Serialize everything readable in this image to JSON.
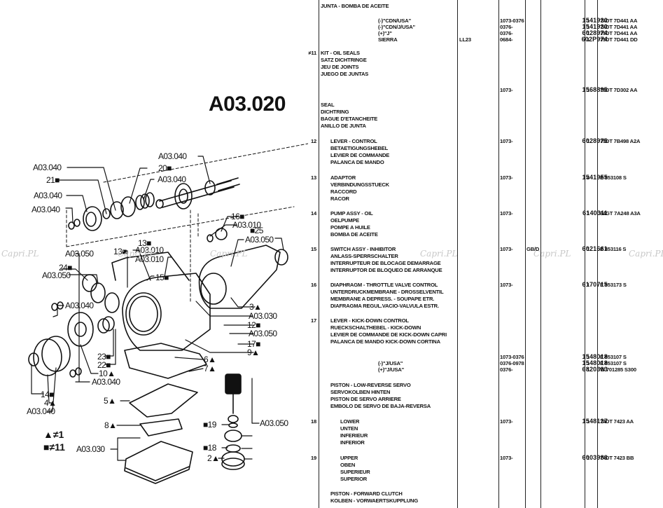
{
  "diagram": {
    "section_code": "A03.020",
    "callouts": [
      {
        "id": "c1",
        "text": "A03.040"
      },
      {
        "id": "c2",
        "text": "20■"
      },
      {
        "id": "c3",
        "text": "A03.040"
      },
      {
        "id": "c4",
        "text": "A03.040"
      },
      {
        "id": "c5",
        "text": "21■"
      },
      {
        "id": "c6",
        "text": "A03.040"
      },
      {
        "id": "c7",
        "text": "A03.040"
      },
      {
        "id": "c8",
        "text": "16■"
      },
      {
        "id": "c9",
        "text": "A03.010"
      },
      {
        "id": "c10",
        "text": "■25"
      },
      {
        "id": "c11",
        "text": "A03.050"
      },
      {
        "id": "c12",
        "text": "13■"
      },
      {
        "id": "c13",
        "text": "13■"
      },
      {
        "id": "c14",
        "text": "A03.010"
      },
      {
        "id": "c15",
        "text": "A03.010"
      },
      {
        "id": "c16",
        "text": "A03.050"
      },
      {
        "id": "c17",
        "text": "24■"
      },
      {
        "id": "c18",
        "text": "A03.050"
      },
      {
        "id": "c19",
        "text": "15■"
      },
      {
        "id": "c20",
        "text": "A03.040"
      },
      {
        "id": "c21",
        "text": "3▲"
      },
      {
        "id": "c22",
        "text": "A03.030"
      },
      {
        "id": "c23",
        "text": "12■"
      },
      {
        "id": "c24",
        "text": "A03.050"
      },
      {
        "id": "c25",
        "text": "17■"
      },
      {
        "id": "c26",
        "text": "9▲"
      },
      {
        "id": "c27",
        "text": "23■"
      },
      {
        "id": "c28",
        "text": "22■"
      },
      {
        "id": "c29",
        "text": "10▲"
      },
      {
        "id": "c30",
        "text": "6▲"
      },
      {
        "id": "c31",
        "text": "7▲"
      },
      {
        "id": "c32",
        "text": "A03.040"
      },
      {
        "id": "c33",
        "text": "14■"
      },
      {
        "id": "c34",
        "text": "4▲"
      },
      {
        "id": "c35",
        "text": "A03.040"
      },
      {
        "id": "c36",
        "text": "5▲"
      },
      {
        "id": "c37",
        "text": "8▲"
      },
      {
        "id": "c38",
        "text": "■19"
      },
      {
        "id": "c39",
        "text": "A03.050"
      },
      {
        "id": "c40",
        "text": "A03.030"
      },
      {
        "id": "c41",
        "text": "■18"
      },
      {
        "id": "c42",
        "text": "2▲"
      }
    ],
    "legend": [
      {
        "symbol": "▲",
        "text": "≠1"
      },
      {
        "symbol": "■",
        "text": "≠11"
      }
    ],
    "watermark": "Capri.PL"
  },
  "parts_table": {
    "rows": [
      {
        "no": "",
        "desc": [
          "JUNTA - BOMBA DE ACEITE"
        ],
        "style": "plain"
      },
      {
        "no": "",
        "variants": [
          {
            "desc": "(-)\"CDN/USA\"",
            "code": "",
            "date": "1073-0376",
            "market": "",
            "part": "1541920",
            "qty": "1",
            "eng": "74DT 7D441 AA"
          },
          {
            "desc": "(-)\"CDN/J/USA\"",
            "code": "",
            "date": "0376-",
            "market": "",
            "part": "1541920",
            "qty": "1",
            "eng": "74DT 7D441 AA"
          },
          {
            "desc": "(+)\"J\"",
            "code": "",
            "date": "0376-",
            "market": "",
            "part": "6028974",
            "qty": "1",
            "eng": "75DT 7D441 AA"
          },
          {
            "desc": "SIERRA",
            "code": "LL23",
            "date": "0684-",
            "market": "",
            "part": "602P974",
            "qty": "1",
            "eng": "75DT 7D441 DD"
          }
        ]
      },
      {
        "no": "≠11",
        "desc": [
          "KIT - OIL SEALS",
          "SATZ DICHTRINGE",
          "JEU DE JOINTS",
          "JUEGO DE JUNTAS"
        ],
        "date": "1073-",
        "part": "1568895",
        "qty": "1",
        "eng": "75DT 7D302 AA"
      },
      {
        "no": "",
        "desc": [
          "SEAL",
          "DICHTRING",
          "BAGUE D'ETANCHEITE",
          "ANILLO DE JUNTA"
        ]
      },
      {
        "no": "12",
        "desc": [
          "LEVER - CONTROL",
          "BETAETIGUNGSHEBEL",
          "LEVIER DE COMMANDE",
          "PALANCA DE MANDO"
        ],
        "date": "1073-",
        "part": "6028975",
        "qty": "1",
        "eng": "75DT 7B498 A2A"
      },
      {
        "no": "13",
        "desc": [
          "ADAPTOR",
          "VERBINDUNGSSTUECK",
          "RACCORD",
          "RACOR"
        ],
        "date": "1073-",
        "part": "1541955",
        "qty": "4",
        "eng": "E 853108 S"
      },
      {
        "no": "14",
        "desc": [
          "PUMP ASSY - OIL",
          "OELPUMPE",
          "POMPE A HUILE",
          "BOMBA DE ACEITE"
        ],
        "date": "1073-",
        "part": "6140311",
        "qty": "1",
        "eng": "84GT 7A248 A3A"
      },
      {
        "no": "15",
        "desc": [
          "SWITCH ASSY - INHIBITOR",
          "ANLASS-SPERRSCHALTER",
          "INTERRUPTEUR DE BLOCAGE DEMARRAGE",
          "INTERRUPTOR DE BLOQUEO DE ARRANQUE"
        ],
        "date": "1073-",
        "market": "GB/D",
        "part": "6021661",
        "qty": "1",
        "eng": "E 853116 S"
      },
      {
        "no": "16",
        "desc": [
          "DIAPHRAGM - THROTTLE VALVE CONTROL",
          "UNTERDRUCKMEMBRANE - DROSSELVENTIL",
          "MEMBRANE A DEPRESS. - SOUPAPE ETR.",
          "DIAFRAGMA REGUL.VACIO-VALVULA ESTR."
        ],
        "date": "1073-",
        "part": "6170715",
        "qty": "1",
        "eng": "E 853173 S"
      },
      {
        "no": "17",
        "desc": [
          "LEVER - KICK-DOWN CONTROL",
          "RUECKSCHALTHEBEL - KICK-DOWN",
          "LEVIER DE COMMANDE DE KICK-DOWN CAPRI",
          "PALANCA DE MANDO KICK-DOWN CORTINA"
        ]
      },
      {
        "no": "",
        "variants": [
          {
            "desc": "",
            "date": "1073-0376",
            "part": "1548018",
            "qty": "1",
            "eng": "E 853107 S"
          },
          {
            "desc": "(-)\"J/USA\"",
            "date": "0376-0978",
            "part": "1548018",
            "qty": "1",
            "eng": "E 853107 S"
          },
          {
            "desc": "(+)\"J/USA\"",
            "date": "0376-",
            "part": "6820393",
            "qty": "1",
            "eng": "W 701285 S300"
          }
        ]
      },
      {
        "no": "",
        "desc": [
          "PISTON - LOW-REVERSE SERVO",
          "SERVOKOLBEN HINTEN",
          "PISTON DE SERVO ARRIERE",
          "EMBOLO DE SERVO DE BAJA-REVERSA"
        ]
      },
      {
        "no": "18",
        "desc": [
          "LOWER",
          "UNTEN",
          "INFERIEUR",
          "INFERIOR"
        ],
        "date": "1073-",
        "part": "1548127",
        "qty": "1",
        "eng": "74DT 7423 AA"
      },
      {
        "no": "19",
        "desc": [
          "UPPER",
          "OBEN",
          "SUPERIEUR",
          "SUPERIOR"
        ],
        "date": "1073-",
        "part": "6003988",
        "qty": "1",
        "eng": "74DT 7423 BB"
      },
      {
        "no": "",
        "desc": [
          "PISTON - FORWARD CLUTCH",
          "KOLBEN - VORWAERTSKUPPLUNG"
        ]
      }
    ]
  }
}
